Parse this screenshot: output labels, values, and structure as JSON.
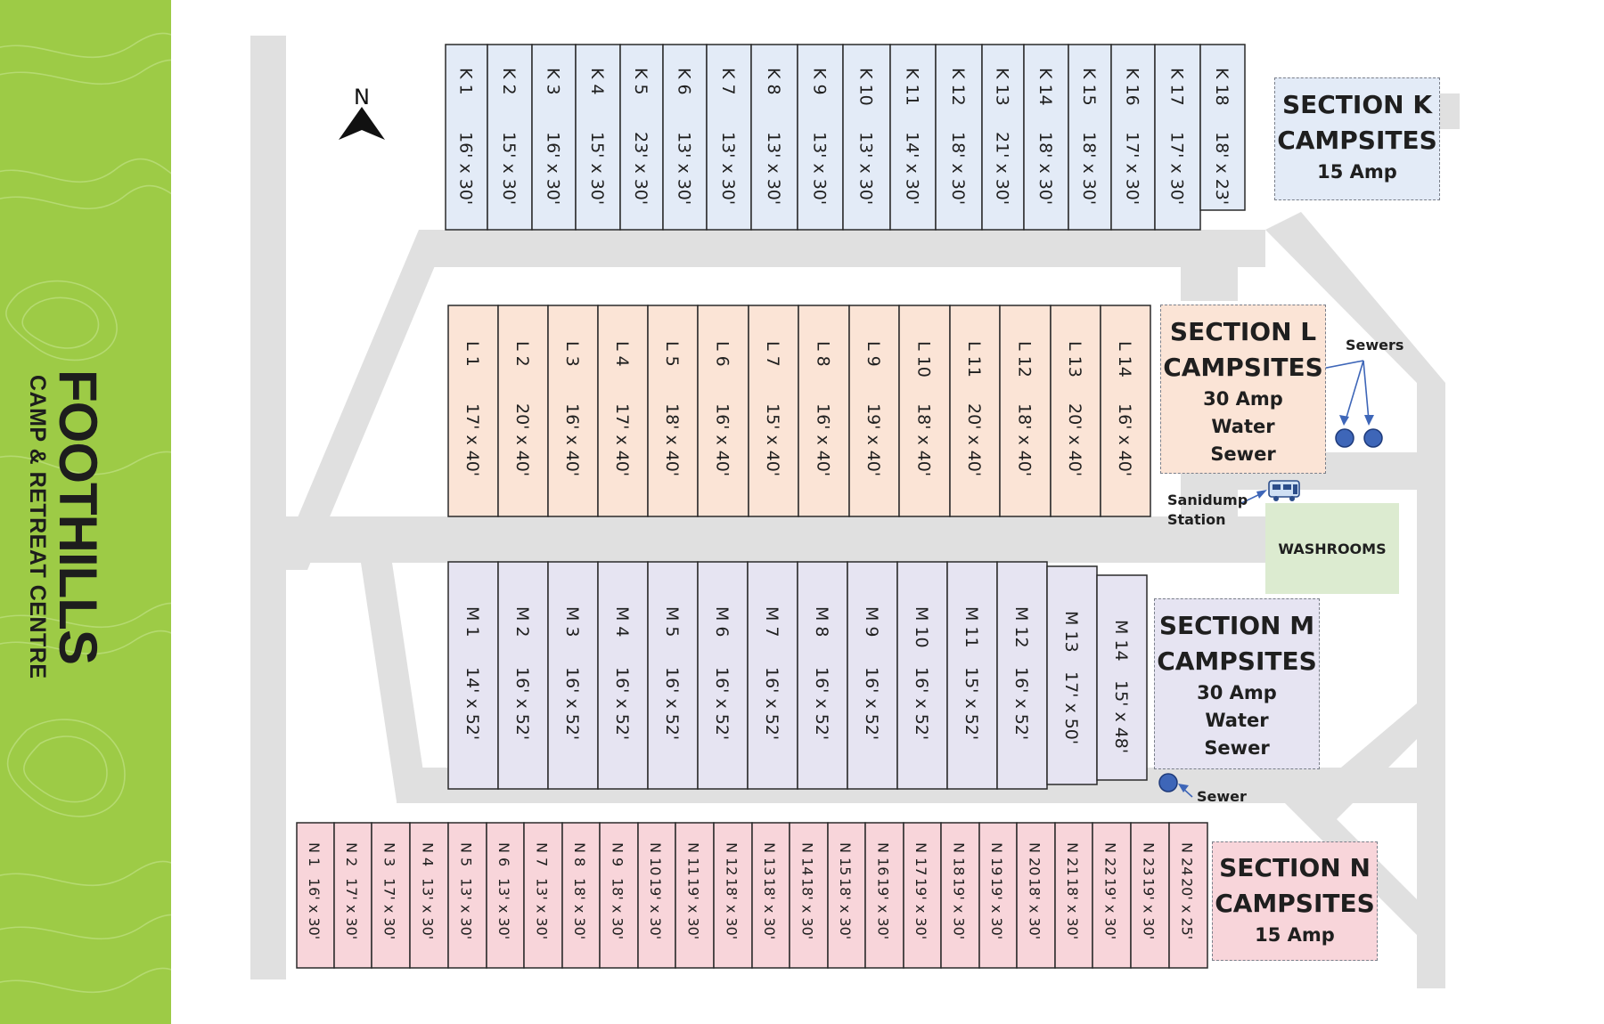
{
  "brand": {
    "title": "FOOTHILLS",
    "subtitle": "CAMP & RETREAT CENTRE"
  },
  "compass": {
    "label": "N"
  },
  "colors": {
    "panel_green": "#9dcb46",
    "road": "#e0e0e0",
    "section_k": "#e3ebf7",
    "section_l": "#fbe4d6",
    "section_m": "#e6e4f2",
    "section_n": "#f8d5da",
    "washrooms": "#dcebd0",
    "marker": "#3e66b8"
  },
  "sections": {
    "k": {
      "title_line1": "SECTION K",
      "title_line2": "CAMPSITES",
      "details": [
        "15 Amp"
      ],
      "sites": [
        {
          "id": "K 1",
          "size": "16' x 30'"
        },
        {
          "id": "K 2",
          "size": "15' x 30'"
        },
        {
          "id": "K 3",
          "size": "16' x 30'"
        },
        {
          "id": "K 4",
          "size": "15' x 30'"
        },
        {
          "id": "K 5",
          "size": "23' x 30'"
        },
        {
          "id": "K 6",
          "size": "13' x 30'"
        },
        {
          "id": "K 7",
          "size": "13' x 30'"
        },
        {
          "id": "K 8",
          "size": "13' x 30'"
        },
        {
          "id": "K 9",
          "size": "13' x 30'"
        },
        {
          "id": "K 10",
          "size": "13' x 30'"
        },
        {
          "id": "K 11",
          "size": "14' x 30'"
        },
        {
          "id": "K 12",
          "size": "18' x 30'"
        },
        {
          "id": "K 13",
          "size": "21' x 30'"
        },
        {
          "id": "K 14",
          "size": "18' x 30'"
        },
        {
          "id": "K 15",
          "size": "18' x 30'"
        },
        {
          "id": "K 16",
          "size": "17' x 30'"
        },
        {
          "id": "K 17",
          "size": "17' x 30'"
        },
        {
          "id": "K 18",
          "size": "18' x 23'"
        }
      ]
    },
    "l": {
      "title_line1": "SECTION L",
      "title_line2": "CAMPSITES",
      "details": [
        "30 Amp",
        "Water",
        "Sewer"
      ],
      "sites": [
        {
          "id": "L 1",
          "size": "17' x 40'"
        },
        {
          "id": "L 2",
          "size": "20' x 40'"
        },
        {
          "id": "L 3",
          "size": "16' x 40'"
        },
        {
          "id": "L 4",
          "size": "17' x 40'"
        },
        {
          "id": "L 5",
          "size": "18' x 40'"
        },
        {
          "id": "L 6",
          "size": "16' x 40'"
        },
        {
          "id": "L 7",
          "size": "15' x 40'"
        },
        {
          "id": "L 8",
          "size": "16' x 40'"
        },
        {
          "id": "L 9",
          "size": "19' x 40'"
        },
        {
          "id": "L 10",
          "size": "18' x 40'"
        },
        {
          "id": "L 11",
          "size": "20' x 40'"
        },
        {
          "id": "L 12",
          "size": "18' x 40'"
        },
        {
          "id": "L 13",
          "size": "20' x 40'"
        },
        {
          "id": "L 14",
          "size": "16' x 40'"
        }
      ]
    },
    "m": {
      "title_line1": "SECTION M",
      "title_line2": "CAMPSITES",
      "details": [
        "30 Amp",
        "Water",
        "Sewer"
      ],
      "sites": [
        {
          "id": "M 1",
          "size": "14' x 52'"
        },
        {
          "id": "M 2",
          "size": "16' x 52'"
        },
        {
          "id": "M 3",
          "size": "16' x 52'"
        },
        {
          "id": "M 4",
          "size": "16' x 52'"
        },
        {
          "id": "M 5",
          "size": "16' x 52'"
        },
        {
          "id": "M 6",
          "size": "16' x 52'"
        },
        {
          "id": "M 7",
          "size": "16' x 52'"
        },
        {
          "id": "M 8",
          "size": "16' x 52'"
        },
        {
          "id": "M 9",
          "size": "16' x 52'"
        },
        {
          "id": "M 10",
          "size": "16' x 52'"
        },
        {
          "id": "M 11",
          "size": "15' x 52'"
        },
        {
          "id": "M 12",
          "size": "16' x 52'"
        },
        {
          "id": "M 13",
          "size": "17' x 50'"
        },
        {
          "id": "M 14",
          "size": "15' x 48'"
        }
      ]
    },
    "n": {
      "title_line1": "SECTION N",
      "title_line2": "CAMPSITES",
      "details": [
        "15 Amp"
      ],
      "sites": [
        {
          "id": "N 1",
          "size": "16' x 30'"
        },
        {
          "id": "N 2",
          "size": "17' x 30'"
        },
        {
          "id": "N 3",
          "size": "17' x 30'"
        },
        {
          "id": "N 4",
          "size": "13' x 30'"
        },
        {
          "id": "N 5",
          "size": "13' x 30'"
        },
        {
          "id": "N 6",
          "size": "13' x 30'"
        },
        {
          "id": "N 7",
          "size": "13' x 30'"
        },
        {
          "id": "N 8",
          "size": "18' x 30'"
        },
        {
          "id": "N 9",
          "size": "18' x 30'"
        },
        {
          "id": "N 10",
          "size": "19' x 30'"
        },
        {
          "id": "N 11",
          "size": "19' x 30'"
        },
        {
          "id": "N 12",
          "size": "18' x 30'"
        },
        {
          "id": "N 13",
          "size": "18' x 30'"
        },
        {
          "id": "N 14",
          "size": "18' x 30'"
        },
        {
          "id": "N 15",
          "size": "18' x 30'"
        },
        {
          "id": "N 16",
          "size": "19' x 30'"
        },
        {
          "id": "N 17",
          "size": "19' x 30'"
        },
        {
          "id": "N 18",
          "size": "19' x 30'"
        },
        {
          "id": "N 19",
          "size": "19' x 30'"
        },
        {
          "id": "N 20",
          "size": "18' x 30'"
        },
        {
          "id": "N 21",
          "size": "18' x 30'"
        },
        {
          "id": "N 22",
          "size": "19' x 30'"
        },
        {
          "id": "N 23",
          "size": "19' x 30'"
        },
        {
          "id": "N 24",
          "size": "20' x 25'"
        }
      ]
    }
  },
  "labels": {
    "sewers": "Sewers",
    "sewer": "Sewer",
    "sanidump_line1": "Sanidump",
    "sanidump_line2": "Station",
    "washrooms": "WASHROOMS"
  }
}
